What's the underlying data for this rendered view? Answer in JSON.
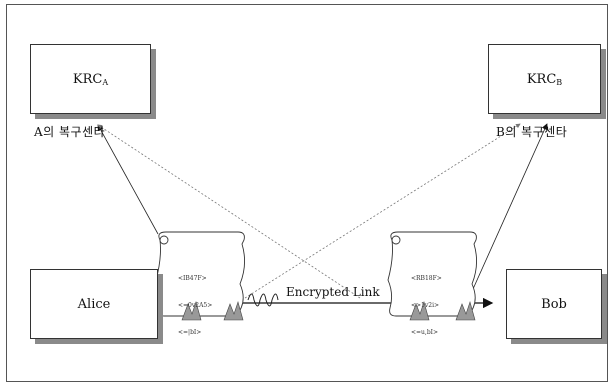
{
  "nodes": {
    "krc_a": {
      "label": "KRC",
      "subscript": "A",
      "caption": "A의 복구센타"
    },
    "krc_b": {
      "label": "KRC",
      "subscript": "B",
      "caption": "B의 복구센타"
    },
    "alice": {
      "label": "Alice"
    },
    "bob": {
      "label": "Bob"
    }
  },
  "link": {
    "label": "Encrypted Link"
  },
  "scroll_left": {
    "lines": [
      "<IB47F>",
      "<=0v2A5>",
      "<=|bI>"
    ]
  },
  "scroll_right": {
    "lines": [
      "<RB18F>",
      "<>1v2i>",
      "<=u,bI>"
    ]
  }
}
